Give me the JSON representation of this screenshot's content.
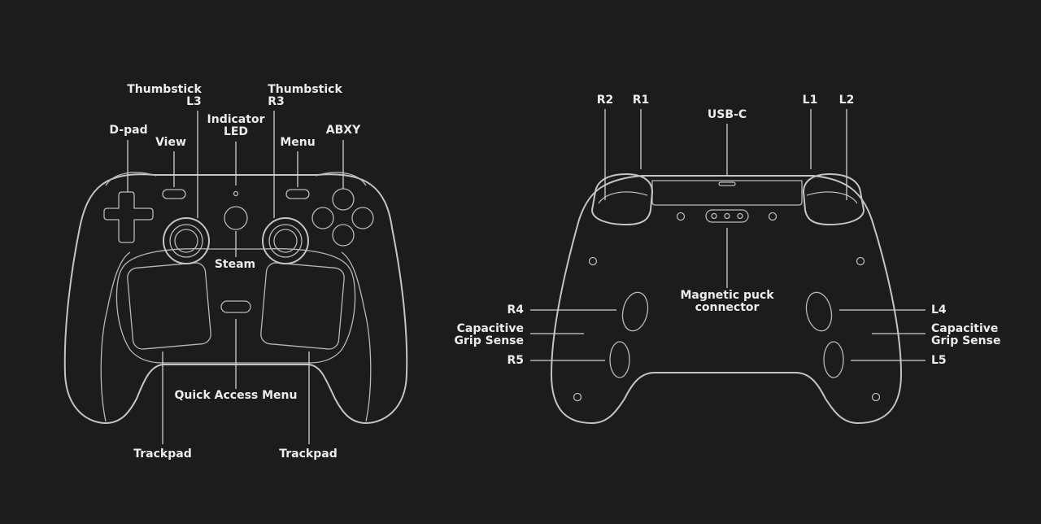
{
  "front": {
    "labels": {
      "thumbstick_l3": [
        "Thumbstick",
        "L3"
      ],
      "thumbstick_r3": [
        "Thumbstick",
        "R3"
      ],
      "dpad": "D-pad",
      "view": "View",
      "indicator_led": [
        "Indicator",
        "LED"
      ],
      "menu": "Menu",
      "abxy": "ABXY",
      "steam": "Steam",
      "quick_access_menu": "Quick Access Menu",
      "trackpad_left": "Trackpad",
      "trackpad_right": "Trackpad"
    }
  },
  "back": {
    "labels": {
      "r2": "R2",
      "r1": "R1",
      "usb_c": "USB-C",
      "l1": "L1",
      "l2": "L2",
      "magnetic_puck_connector": [
        "Magnetic puck",
        "connector"
      ],
      "r4": "R4",
      "grip_sense_left": [
        "Capacitive",
        "Grip Sense"
      ],
      "r5": "R5",
      "l4": "L4",
      "grip_sense_right": [
        "Capacitive",
        "Grip Sense"
      ],
      "l5": "L5"
    }
  }
}
